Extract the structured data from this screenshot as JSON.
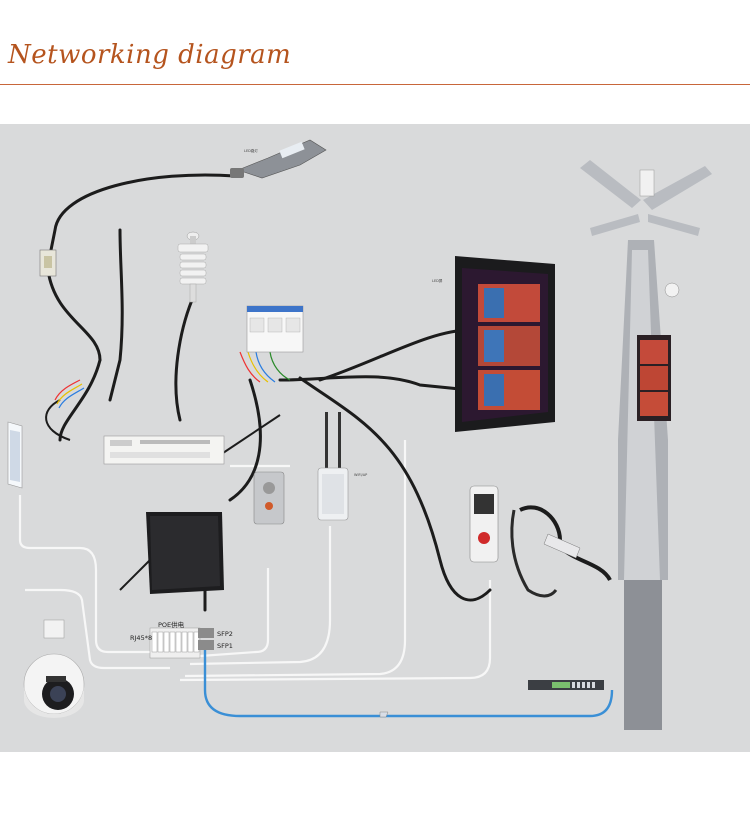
{
  "title": "Networking diagram",
  "labels": {
    "poe": "POE供电",
    "rj45": "RJ45*8",
    "sfp2": "SFP2",
    "sfp1": "SFP1"
  },
  "colors": {
    "title": "#b5541e",
    "rule": "#c8663a",
    "panel": "#d9dadb",
    "fiber": "#3a8fd6",
    "cable_black": "#1c1c1c",
    "cable_white": "#f7f7f7"
  },
  "icons": [
    "led-street-lamp-icon",
    "weather-station-icon",
    "power-module-icon",
    "circuit-breaker-icon",
    "led-screen-icon",
    "smart-pole-icon",
    "floodlight-icon",
    "control-box-icon",
    "emergency-intercom-icon",
    "wireless-ap-icon",
    "ev-charger-icon",
    "switch-rack-icon",
    "ptz-camera-icon"
  ]
}
